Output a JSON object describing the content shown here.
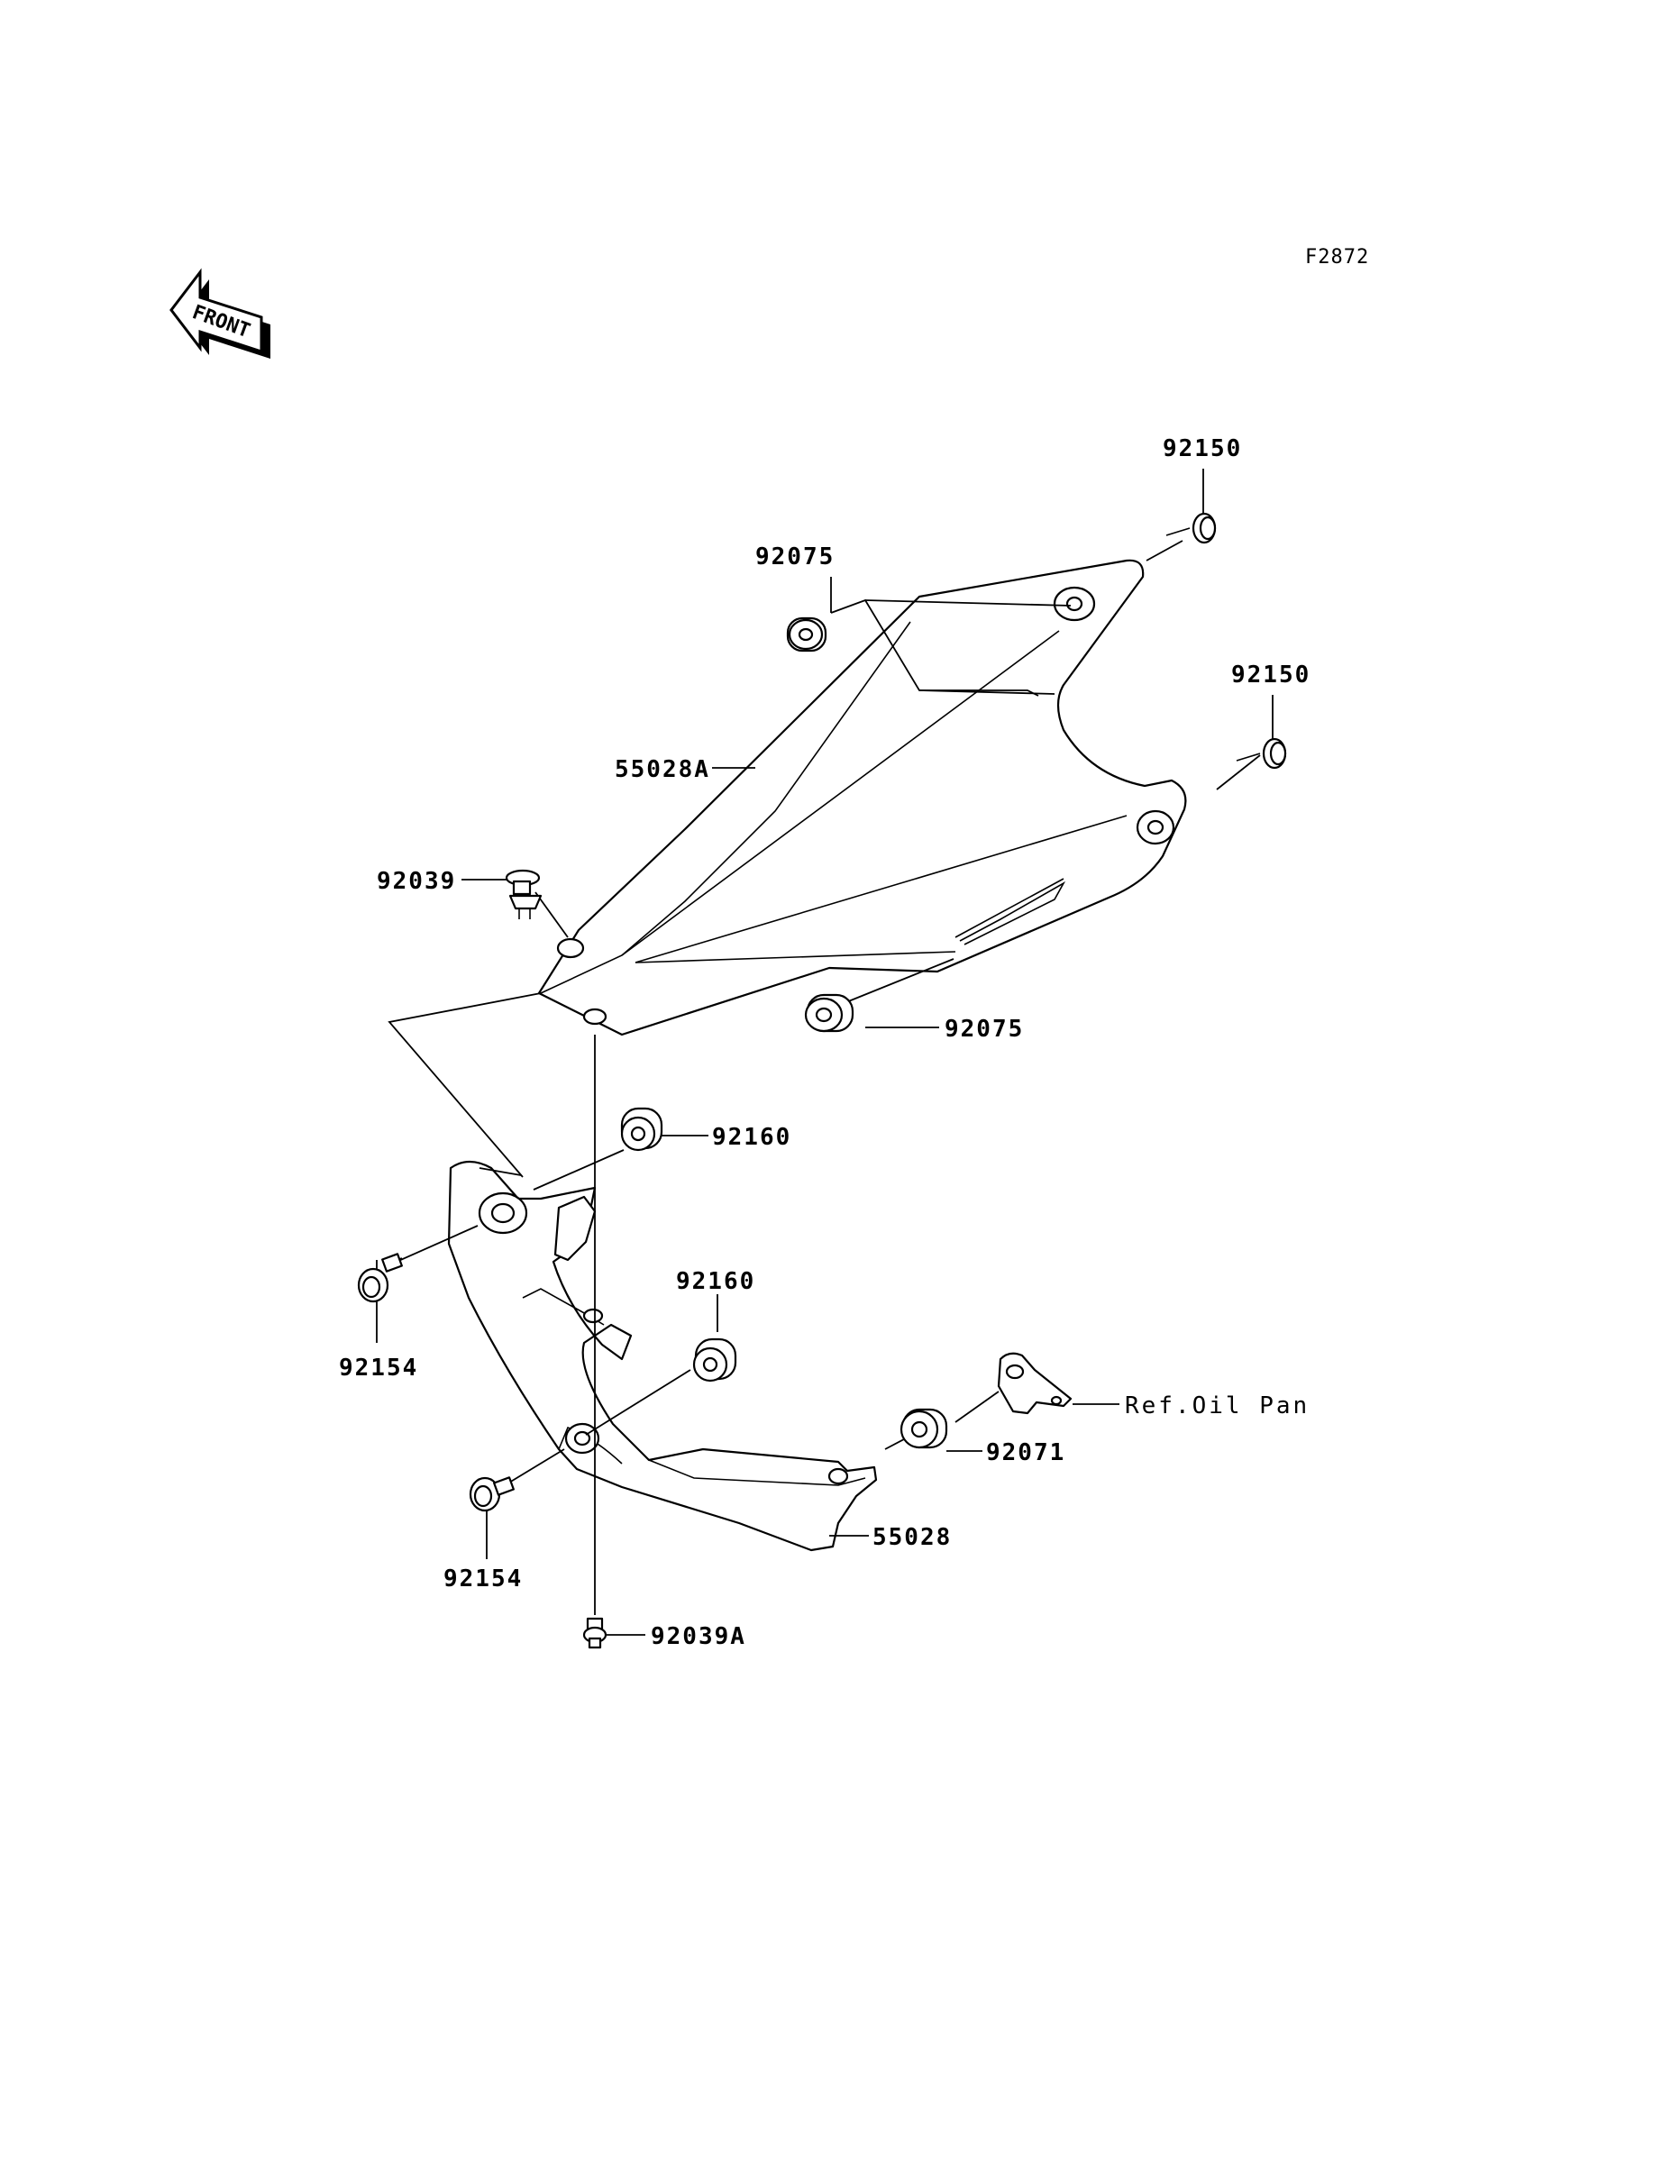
{
  "figure_code": "F2872",
  "front_badge": "FRONT",
  "labels": {
    "bolt_upper_right_top": "92150",
    "bolt_upper_right_mid": "92150",
    "grommet_upper_left": "92075",
    "grommet_upper_lower": "92075",
    "upper_cowl": "55028A",
    "clip_upper": "92039",
    "damper_upper": "92160",
    "damper_lower": "92160",
    "bolt_lower_left_top": "92154",
    "bolt_lower_left_bottom": "92154",
    "grommet_oil_pan": "92071",
    "ref_oil_pan": "Ref.Oil Pan",
    "lower_cowl": "55028",
    "clip_lower": "92039A"
  }
}
